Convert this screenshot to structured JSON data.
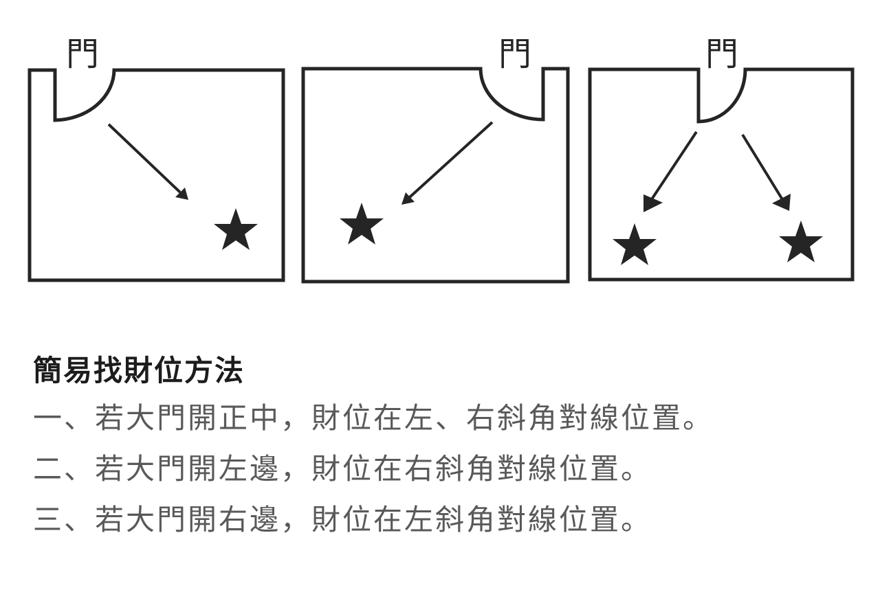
{
  "diagram": {
    "door_label": "門",
    "ink_color": "#252525",
    "panels": [
      {
        "id": "door-left",
        "door_position": "left",
        "wealth_positions": [
          "bottom-right"
        ]
      },
      {
        "id": "door-right",
        "door_position": "right",
        "wealth_positions": [
          "bottom-left"
        ]
      },
      {
        "id": "door-center",
        "door_position": "center",
        "wealth_positions": [
          "bottom-left",
          "bottom-right"
        ]
      }
    ]
  },
  "caption": {
    "title": "簡易找財位方法",
    "lines": [
      "一、若大門開正中，財位在左、右斜角對線位置。",
      "二、若大門開左邊，財位在右斜角對線位置。",
      "三、若大門開右邊，財位在左斜角對線位置。"
    ]
  }
}
